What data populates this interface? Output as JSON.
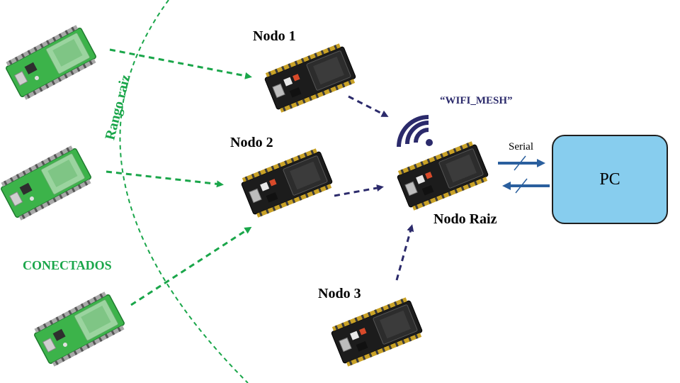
{
  "title_wifi": "“WIFI_MESH”",
  "nodes": {
    "nodo1": "Nodo 1",
    "nodo2": "Nodo 2",
    "nodo3": "Nodo 3",
    "raiz": "Nodo Raiz"
  },
  "left_labels": {
    "rango": "Rango raiz",
    "conectados": "CONECTADOS"
  },
  "pc": {
    "label": "PC",
    "link_label": "Serial"
  },
  "colors": {
    "green_board": "#3cb34a",
    "dark_board": "#1c1c1c",
    "green_arrow": "#1aa64a",
    "navy_arrow": "#2b2a6b",
    "blue_arrow": "#2a5f9e",
    "pc_fill": "#87cdee"
  },
  "icons": [
    "esp32-board-icon",
    "wifi-icon",
    "arrow-icon"
  ]
}
